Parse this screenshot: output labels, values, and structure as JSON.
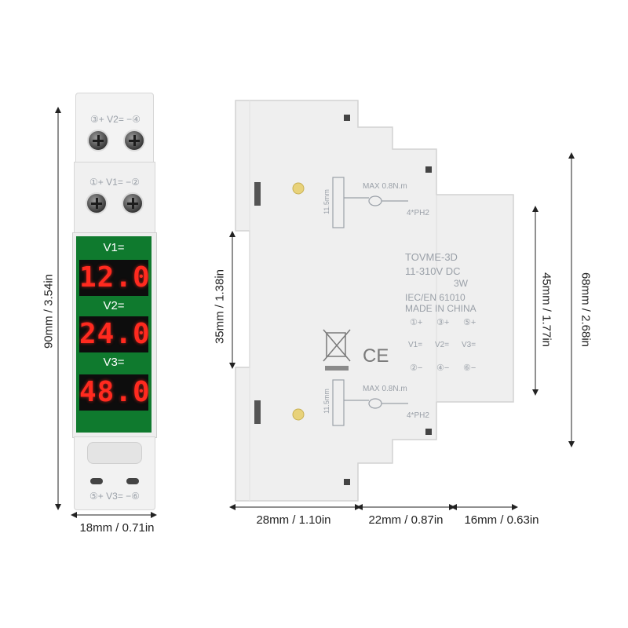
{
  "dimensions": {
    "height_front": "90mm / 3.54in",
    "width_front": "18mm / 0.71in",
    "rail_height": "35mm / 1.38in",
    "depth_a": "28mm / 1.10in",
    "depth_b": "22mm / 0.87in",
    "depth_c": "16mm / 0.63in",
    "height_mid": "45mm / 1.77in",
    "height_side": "68mm / 2.68in"
  },
  "front": {
    "top_terminal": "③+ V2= −④",
    "mid_terminal": "①+ V1= −②",
    "bottom_terminal": "⑤+ V3= −⑥",
    "channels": [
      {
        "label": "V1=",
        "value": "12.0"
      },
      {
        "label": "V2=",
        "value": "24.0"
      },
      {
        "label": "V3=",
        "value": "48.0"
      }
    ]
  },
  "side": {
    "torque_top": "MAX 0.8N.m",
    "torque_bottom": "MAX 0.8N.m",
    "strip_top": "11.5mm",
    "strip_bottom": "11.5mm",
    "driver_top": "4*PH2",
    "driver_bottom": "4*PH2",
    "model": "TOVME-3D",
    "voltage": "11-310V DC",
    "power": "3W",
    "standard": "IEC/EN 61010",
    "origin": "MADE IN CHINA",
    "term_top": [
      "①+",
      "③+",
      "⑤+"
    ],
    "term_labels": [
      "V1=",
      "V2=",
      "V3="
    ],
    "term_bottom": [
      "②−",
      "④−",
      "⑥−"
    ],
    "ce_mark": "CE"
  },
  "colors": {
    "display_green": "#0f7a2e",
    "led_red": "#ff2a1f",
    "housing": "#efefef"
  }
}
